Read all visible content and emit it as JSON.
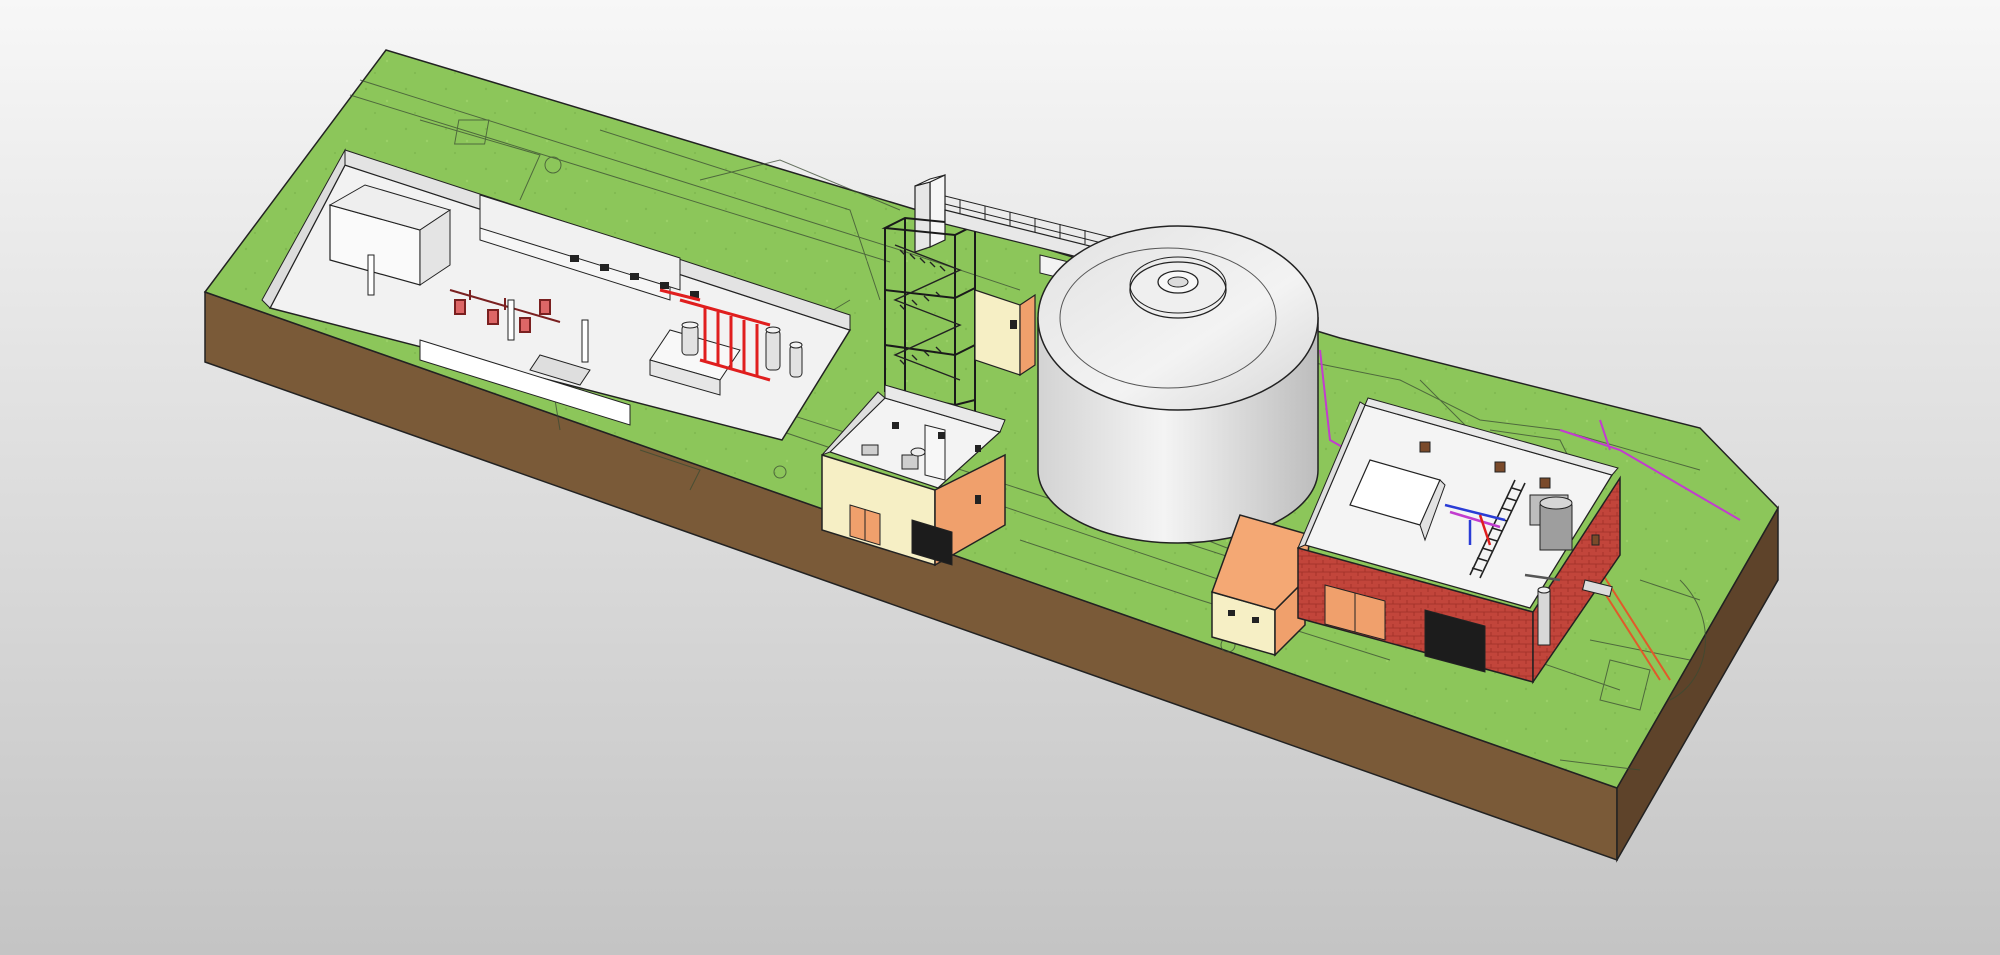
{
  "scene": {
    "background_top": "#f7f7f7",
    "background_bottom": "#c9c9c9",
    "grass": "#8cc65a",
    "grass_dark": "#7db450",
    "soil_front": "#7a5a38",
    "soil_side": "#5e432a",
    "line": "#2e2e2e",
    "pipe_red": "#e01e1e",
    "pipe_magenta": "#c23ccf",
    "pipe_blue": "#2a3cd6",
    "brick": "#c2453b",
    "wall_light": "#f4f4f4",
    "cream": "#f6efc5",
    "salmon": "#f0a06c",
    "tank": "#e9e9e9"
  },
  "objects": [
    {
      "name": "terrain-block",
      "icon": "terrain"
    },
    {
      "name": "treatment-hall",
      "icon": "open-building"
    },
    {
      "name": "stair-tower",
      "icon": "steel-frame"
    },
    {
      "name": "pump-house",
      "icon": "building"
    },
    {
      "name": "storage-tank",
      "icon": "cylinder-tank"
    },
    {
      "name": "annex-shed",
      "icon": "building"
    },
    {
      "name": "boiler-house",
      "icon": "brick-building"
    }
  ]
}
